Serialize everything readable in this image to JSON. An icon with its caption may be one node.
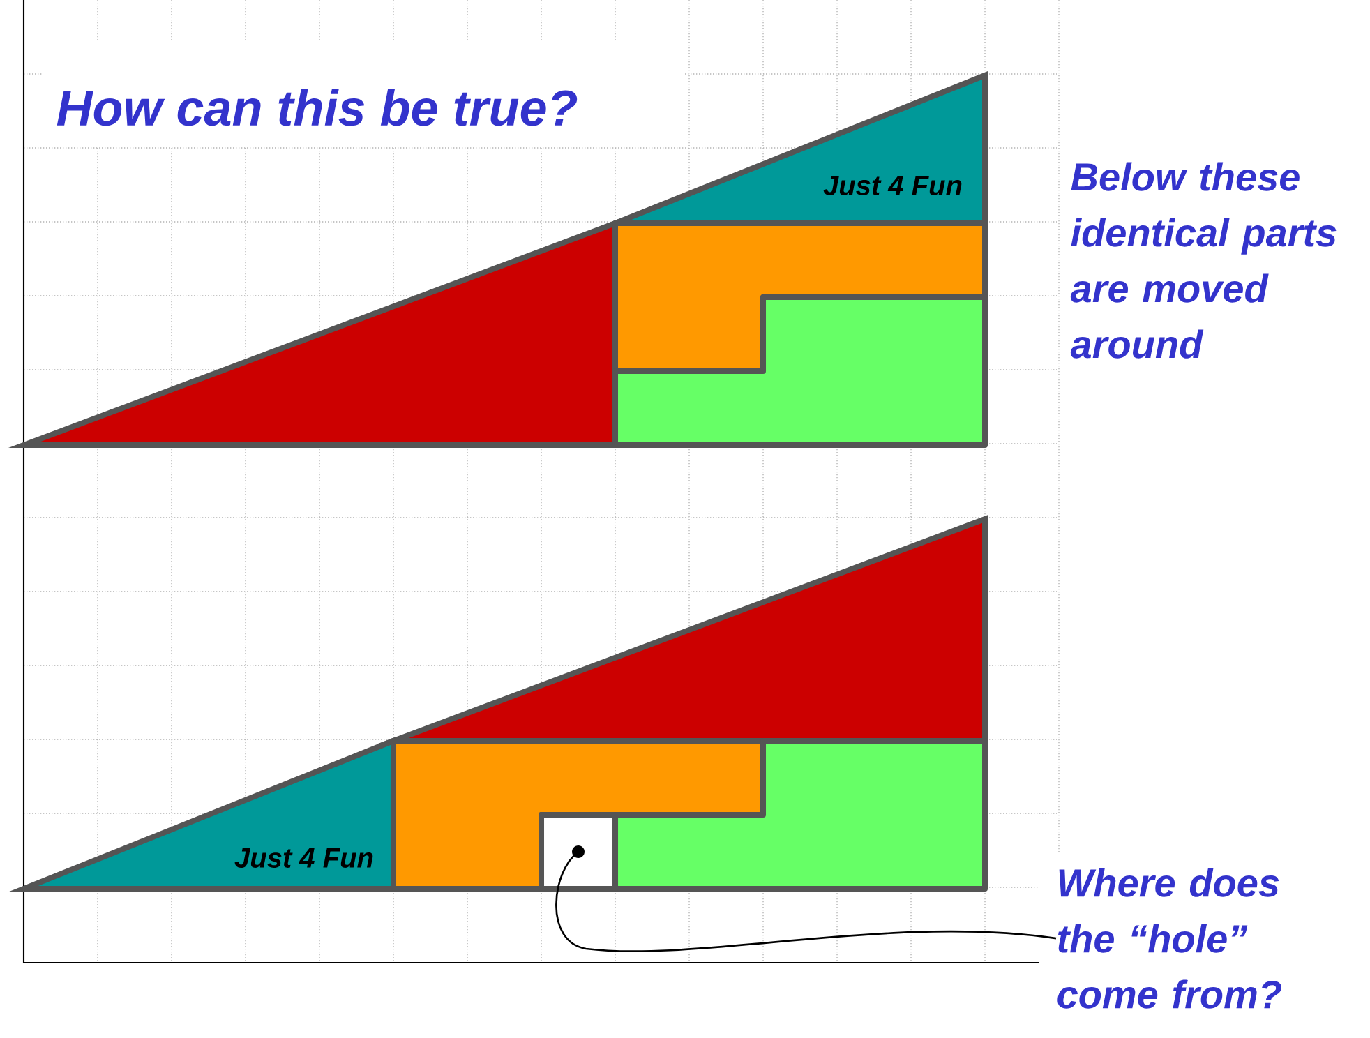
{
  "diagram": {
    "title": "How can this be true?",
    "nodes": [
      {
        "text": [],
        "shape": "triangle"
      },
      {
        "text": [
          "Just 4 Fun"
        ]
      },
      {
        "text": [],
        "shape": "box"
      },
      {
        "text": [],
        "shape": "box"
      },
      {
        "text": [
          "Just 4 Fun"
        ]
      },
      {
        "text": [],
        "shape": "triangle"
      },
      {
        "text": [],
        "shape": "box"
      },
      {
        "text": [],
        "shape": "box"
      },
      {
        "text": [],
        "shape": "box"
      },
      {
        "text": [
          "Where does the “hole” come from?"
        ]
      }
    ],
    "edges": [
      {
        "from": 9,
        "to": 7,
        "arrow": "other"
      }
    ],
    "labels": [
      "Below these identical parts are moved around"
    ]
  }
}
